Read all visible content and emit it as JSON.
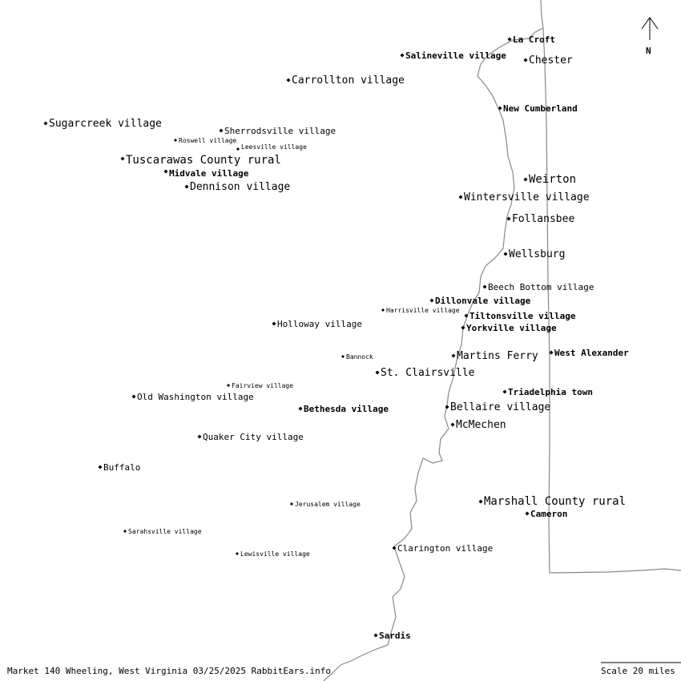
{
  "map": {
    "footer": "Market 140 Wheeling, West Virginia 03/25/2025 RabbitEars.info",
    "scale_label": "Scale 20 miles",
    "north_label": "N",
    "border_color": "#888888",
    "places": [
      {
        "name": "La Croft",
        "style": "bd"
      },
      {
        "name": "Salineville village",
        "style": "bd"
      },
      {
        "name": "Chester",
        "style": "md"
      },
      {
        "name": "Carrollton village",
        "style": "md"
      },
      {
        "name": "New Cumberland",
        "style": "bd"
      },
      {
        "name": "Sugarcreek village",
        "style": "md"
      },
      {
        "name": "Sherrodsville village",
        "style": "sm"
      },
      {
        "name": "Roswell village",
        "style": "xs"
      },
      {
        "name": "Tuscarawas County rural",
        "style": "lg"
      },
      {
        "name": "Leesville village",
        "style": "xs"
      },
      {
        "name": "Midvale village",
        "style": "bd"
      },
      {
        "name": "Weirton",
        "style": "lg"
      },
      {
        "name": "Dennison village",
        "style": "md"
      },
      {
        "name": "Wintersville village",
        "style": "md"
      },
      {
        "name": "Follansbee",
        "style": "md"
      },
      {
        "name": "Wellsburg",
        "style": "md"
      },
      {
        "name": "Beech Bottom village",
        "style": "sm"
      },
      {
        "name": "Dillonvale village",
        "style": "bd"
      },
      {
        "name": "Harrisville village",
        "style": "xs"
      },
      {
        "name": "Tiltonsville village",
        "style": "bd"
      },
      {
        "name": "Holloway village",
        "style": "sm"
      },
      {
        "name": "Yorkville village",
        "style": "bd"
      },
      {
        "name": "Bannock",
        "style": "xs"
      },
      {
        "name": "Martins Ferry",
        "style": "md"
      },
      {
        "name": "West Alexander",
        "style": "bd"
      },
      {
        "name": "St. Clairsville",
        "style": "md"
      },
      {
        "name": "Fairview village",
        "style": "xs"
      },
      {
        "name": "Old Washington village",
        "style": "sm"
      },
      {
        "name": "Triadelphia town",
        "style": "bd"
      },
      {
        "name": "Bethesda village",
        "style": "bd"
      },
      {
        "name": "Bellaire village",
        "style": "md"
      },
      {
        "name": "McMechen",
        "style": "md"
      },
      {
        "name": "Quaker City village",
        "style": "sm"
      },
      {
        "name": "Buffalo",
        "style": "sm"
      },
      {
        "name": "Marshall County rural",
        "style": "lg"
      },
      {
        "name": "Jerusalem village",
        "style": "xs"
      },
      {
        "name": "Cameron",
        "style": "bd"
      },
      {
        "name": "Sarahsville village",
        "style": "xs"
      },
      {
        "name": "Clarington village",
        "style": "sm"
      },
      {
        "name": "Lewisville village",
        "style": "xs"
      },
      {
        "name": "Sardis",
        "style": "bd"
      }
    ]
  }
}
